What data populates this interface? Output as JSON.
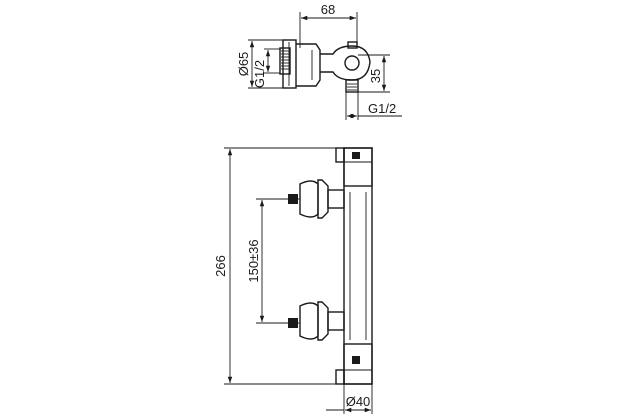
{
  "dimensions": {
    "top_width": "68",
    "top_diameter": "Ø65",
    "top_inlet_left": "G1/2",
    "top_height": "35",
    "top_inlet_right": "G1/2",
    "total_height": "266",
    "inlet_spacing": "150±36",
    "body_diameter": "Ø40"
  }
}
